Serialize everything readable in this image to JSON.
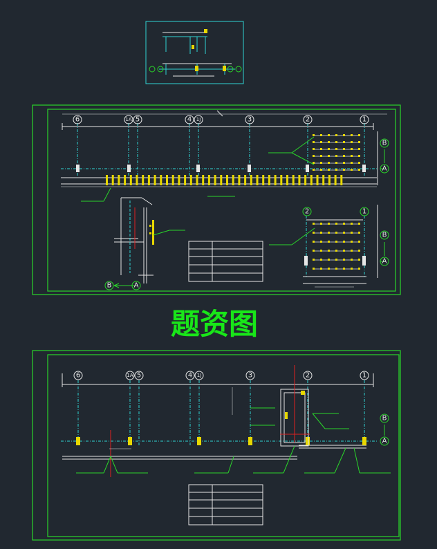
{
  "title": "题资图",
  "grid_top": [
    "6",
    "1A",
    "5",
    "4",
    "1J",
    "3",
    "2",
    "1"
  ],
  "grid_side": [
    "B",
    "A"
  ],
  "detail_grid_top": [
    "2",
    "1"
  ],
  "section_labels": [
    "B",
    "A"
  ],
  "colors": {
    "background": "#212830",
    "frame": "#2ad52a",
    "lines": "#e6e6e6",
    "axis": "#2fd4d4",
    "columns": "#e8d800",
    "cut": "#e02020",
    "title": "#19e619"
  }
}
